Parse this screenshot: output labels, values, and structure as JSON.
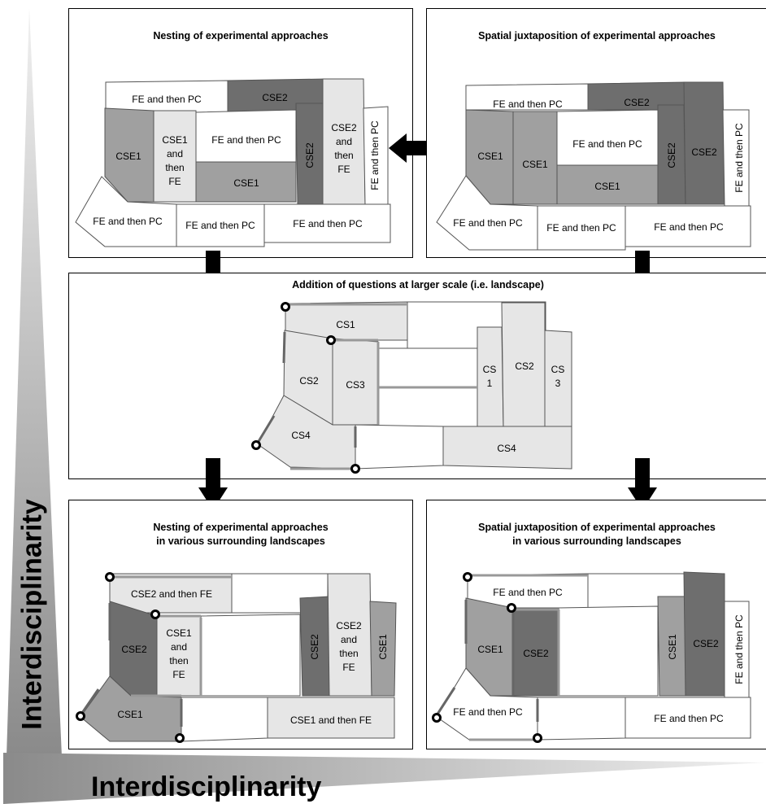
{
  "panels": {
    "top_left_title": "Nesting of experimental approaches",
    "top_right_title": "Spatial juxtaposition of experimental approaches",
    "middle_title": "Addition of questions at larger scale (i.e. landscape)",
    "bottom_left_title": "Nesting of experimental approaches\nin various surrounding landscapes",
    "bottom_right_title": "Spatial juxtaposition of experimental approaches\nin various surrounding landscapes"
  },
  "axis": {
    "vertical_label": "Interdisciplinarity",
    "horizontal_label": "Interdisciplinarity"
  },
  "labels": {
    "fe_pc": "FE and then PC",
    "fe_pc_rot": "FE and then PC",
    "cse1": "CSE1",
    "cse2": "CSE2",
    "cse1_fe_1": "CSE1",
    "cse1_fe_2": "and",
    "cse1_fe_3": "then",
    "cse1_fe_4": "FE",
    "cse2_fe_1": "CSE2",
    "cse2_fe_2": "and",
    "cse2_fe_3": "then",
    "cse2_fe_4": "FE",
    "cs1": "CS1",
    "cs2": "CS2",
    "cs3": "CS3",
    "cs4": "CS4",
    "cs_a": "CS",
    "cs_1": "1",
    "cs_3": "3",
    "cse2_then_fe": "CSE2 and then FE",
    "cse1_then_fe": "CSE1 and then FE"
  },
  "colors": {
    "light": "#e6e6e6",
    "medium": "#a0a0a0",
    "dark": "#6e6e6e",
    "white": "#ffffff",
    "gradient_dark": "#8a8a8a",
    "gradient_light": "#e8e8e8"
  }
}
